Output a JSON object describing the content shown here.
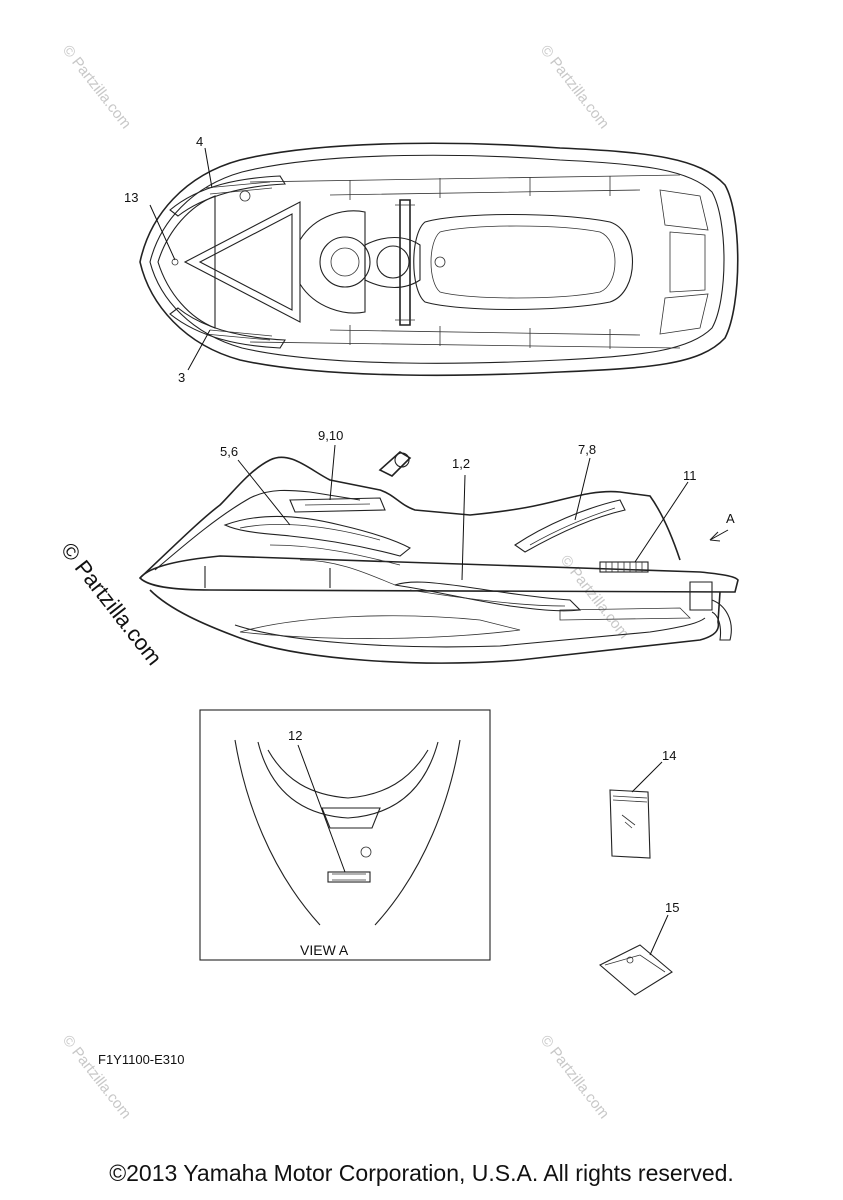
{
  "diagram_code": "F1Y1100-E310",
  "view_label": "VIEW A",
  "view_arrow_label": "A",
  "copyright": "©2013 Yamaha Motor Corporation, U.S.A. All rights reserved.",
  "watermark": {
    "text": "© Partzilla.com"
  },
  "callouts": {
    "c1": "4",
    "c2": "13",
    "c3": "3",
    "c4": "9,10",
    "c5": "5,6",
    "c6": "1,2",
    "c7": "7,8",
    "c8": "11",
    "c9": "12",
    "c10": "14",
    "c11": "15"
  }
}
